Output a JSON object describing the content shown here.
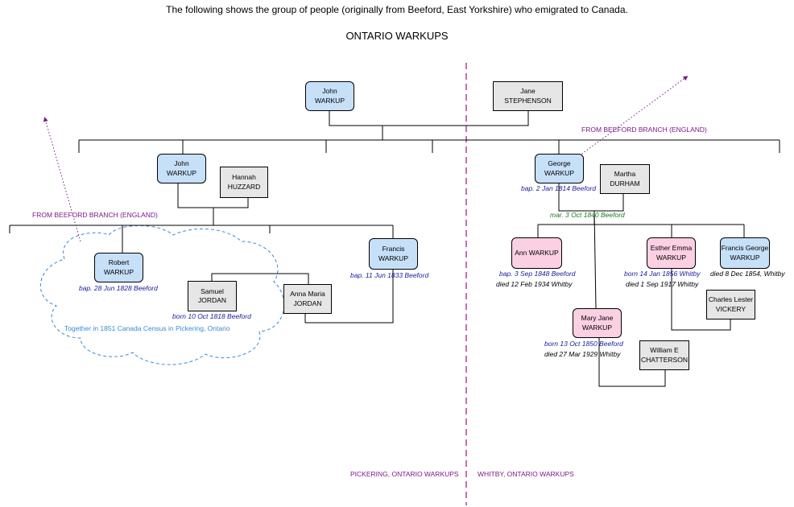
{
  "intro": "The following shows the group of people (originally from Beeford, East Yorkshire) who emigrated to Canada.",
  "title": "ONTARIO WARKUPS",
  "people": {
    "john_sr": {
      "first": "John",
      "last": "WARKUP"
    },
    "jane": {
      "first": "Jane",
      "last": "STEPHENSON"
    },
    "john_jr": {
      "first": "John",
      "last": "WARKUP"
    },
    "hannah": {
      "first": "Hannah",
      "last": "HUZZARD"
    },
    "george": {
      "first": "George",
      "last": "WARKUP"
    },
    "martha": {
      "first": "Martha",
      "last": "DURHAM"
    },
    "robert": {
      "first": "Robert",
      "last": "WARKUP"
    },
    "samuel": {
      "first": "Samuel",
      "last": "JORDAN"
    },
    "anna_maria": {
      "first": "Anna Maria",
      "last": "JORDAN"
    },
    "francis": {
      "first": "Francis",
      "last": "WARKUP"
    },
    "ann": {
      "first": "Ann WARKUP",
      "last": ""
    },
    "esther": {
      "first": "Esther Emma",
      "last": "WARKUP"
    },
    "francis_george": {
      "first": "Francis George",
      "last": "WARKUP"
    },
    "charles": {
      "first": "Charles Lester",
      "last": "VICKERY"
    },
    "mary_jane": {
      "first": "Mary Jane",
      "last": "WARKUP"
    },
    "william": {
      "first": "William E",
      "last": "CHATTERSON"
    }
  },
  "events": {
    "george_bap": "bap. 2 Jan 1814 Beeford",
    "george_mar": "mar. 3 Oct 1840 Beeford",
    "robert_bap": "bap. 28 Jun 1828 Beeford",
    "samuel_born": "born 10 Oct 1818 Beeford",
    "francis_bap": "bap. 11 Jun 1833 Beeford",
    "ann_bap": "bap. 3 Sep 1848 Beeford",
    "ann_died": "died 12 Feb 1934 Whitby",
    "esther_born": "born 14 Jan 1856 Whitby",
    "esther_died": "died 1 Sep 1917 Whitby",
    "francis_george_died": "died 8 Dec 1854, Whitby",
    "mary_jane_born": "born 13 Oct 1850 Beeford",
    "mary_jane_died": "died 27 Mar 1929 Whitby"
  },
  "notes": {
    "from_branch_left": "FROM BEEFORD BRANCH (ENGLAND)",
    "from_branch_right": "FROM BEEFORD BRANCH (ENGLAND)",
    "cloud": "Together in 1851 Canada Census in Pickering, Ontario",
    "pickering": "PICKERING, ONTARIO WARKUPS",
    "whitby": "WHITBY, ONTARIO WARKUPS"
  },
  "colors": {
    "male": "#c6e0f8",
    "female": "#fbd0e2",
    "spouse": "#e6e6e6",
    "divider": "#b0409a",
    "note": "#7a1a8a",
    "event_date": "#1a1aa0",
    "marriage": "#1a7a1a",
    "cloud": "#3a8ad8"
  }
}
